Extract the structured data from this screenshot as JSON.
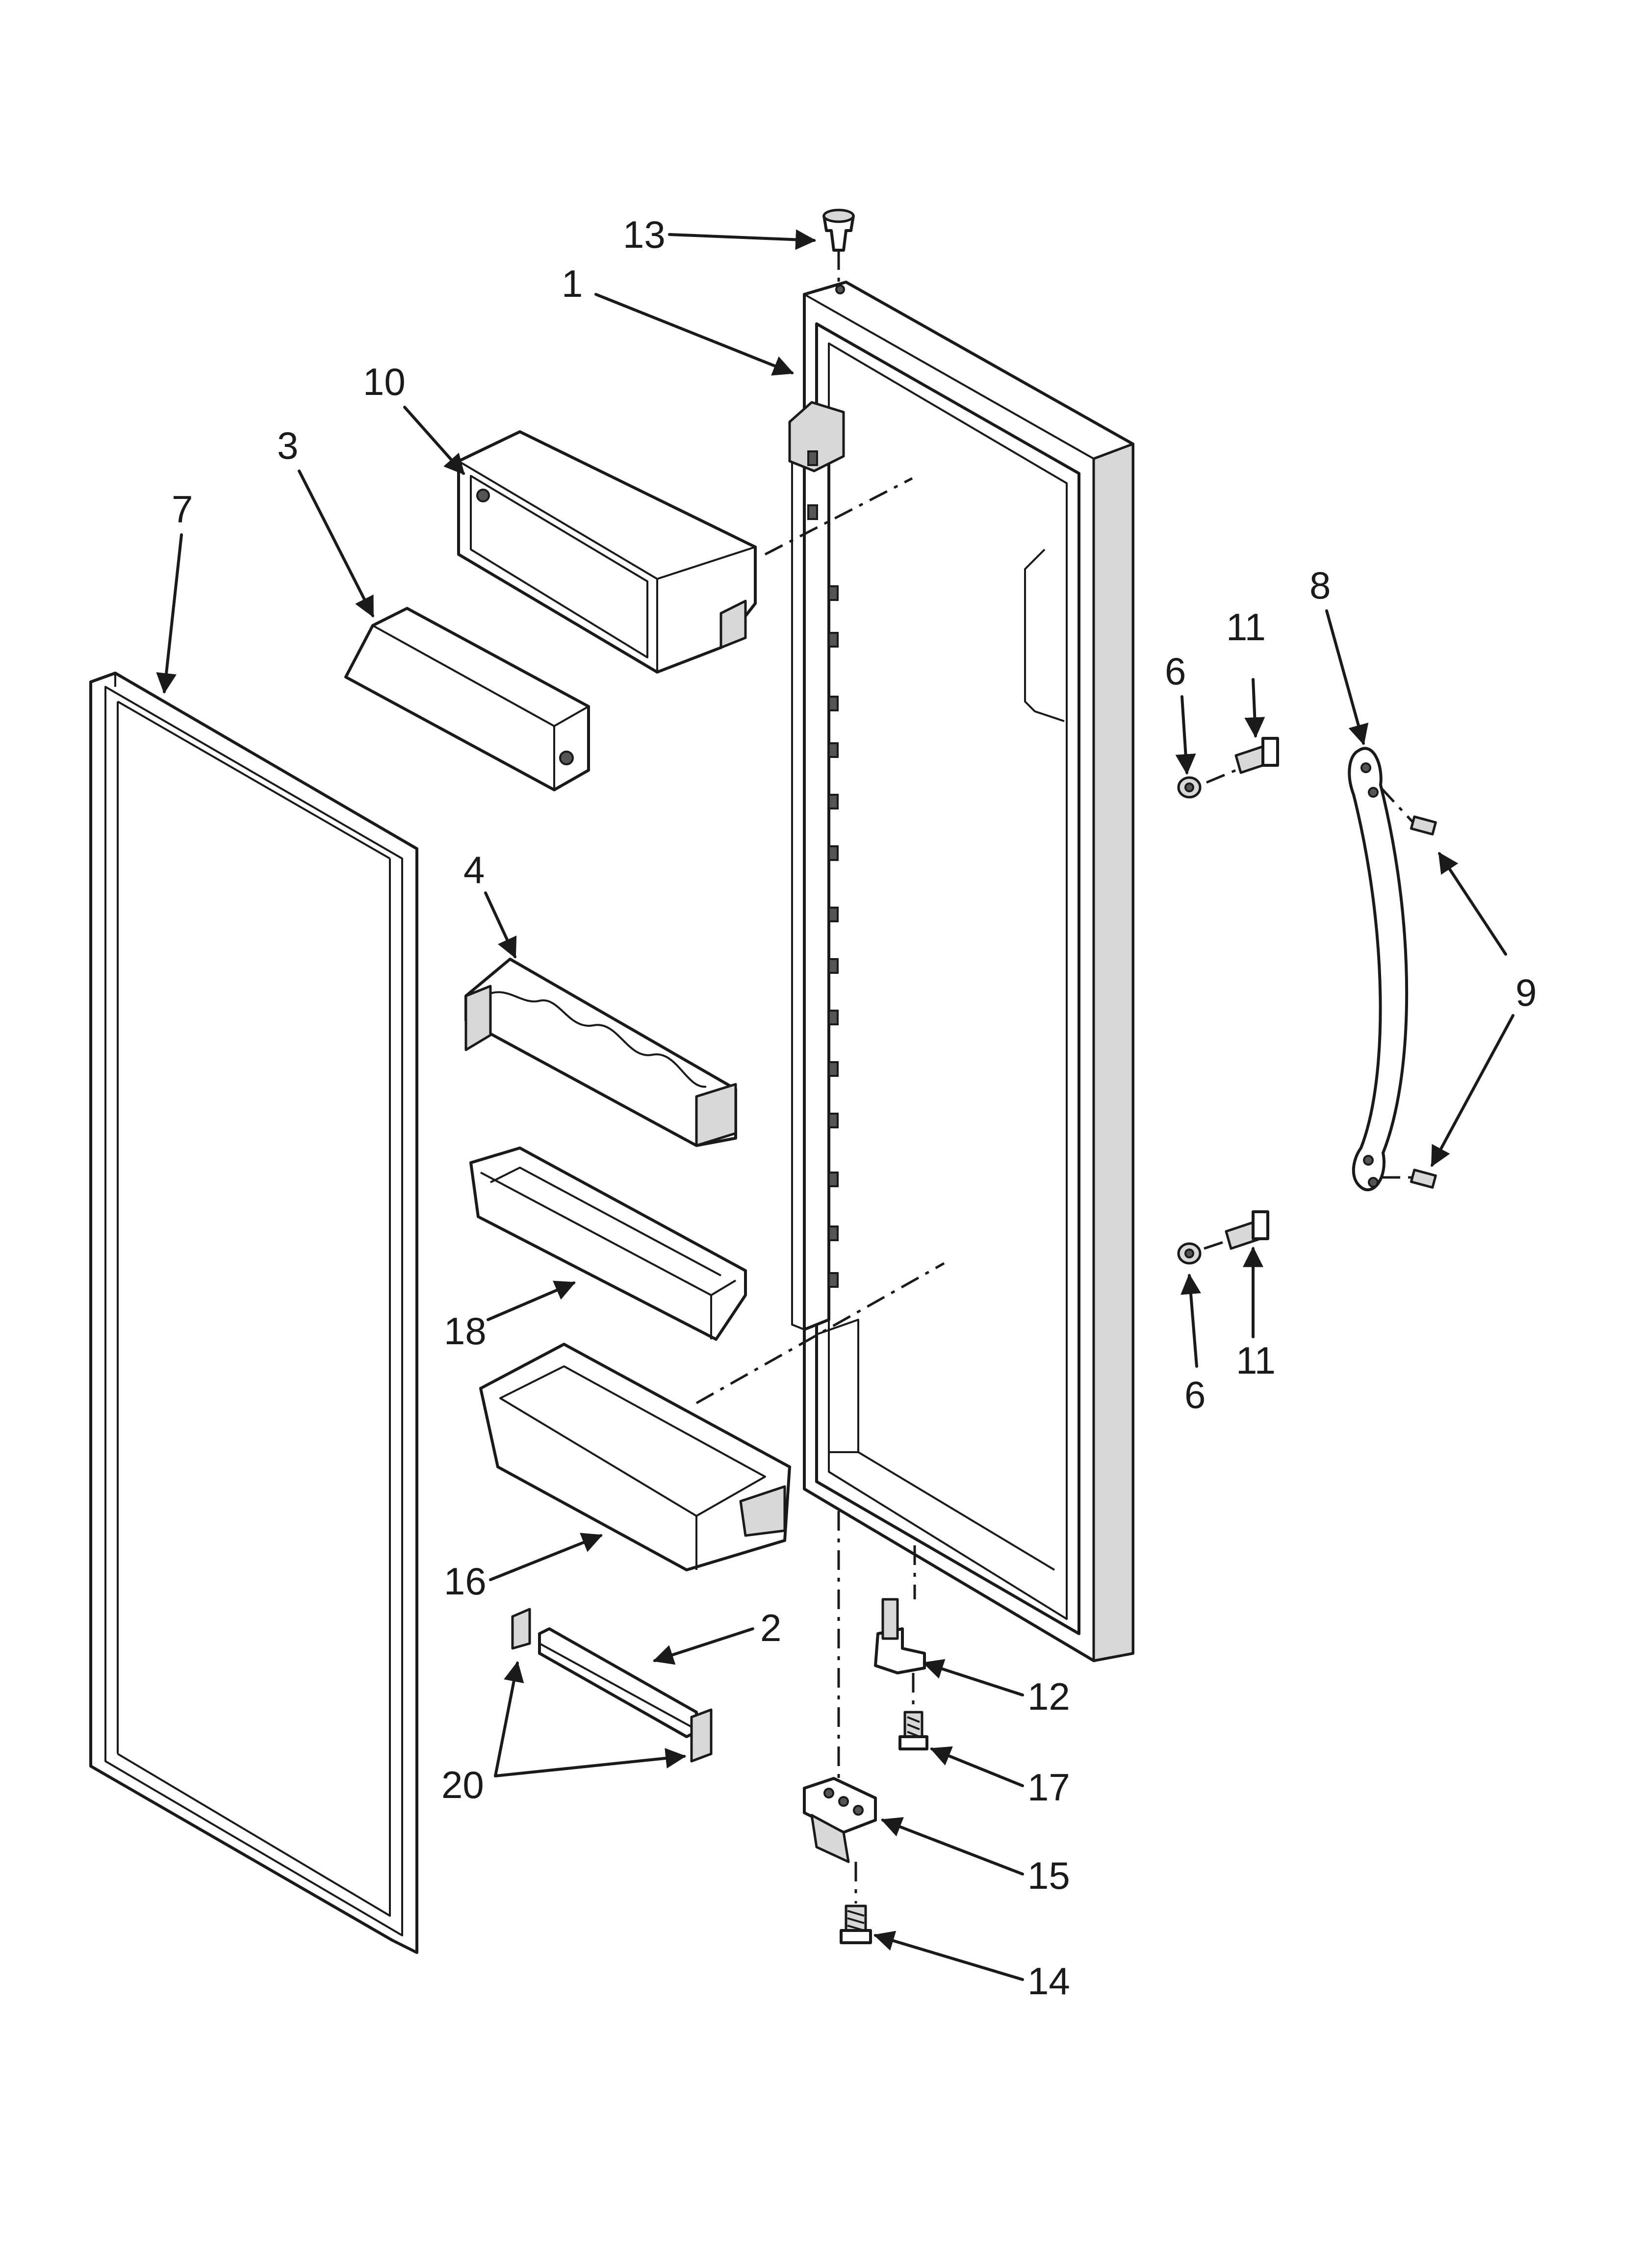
{
  "diagram": {
    "type": "exploded parts diagram",
    "callouts": [
      {
        "key": "c13",
        "text": "13"
      },
      {
        "key": "c1",
        "text": "1"
      },
      {
        "key": "c10",
        "text": "10"
      },
      {
        "key": "c3",
        "text": "3"
      },
      {
        "key": "c7",
        "text": "7"
      },
      {
        "key": "c8",
        "text": "8"
      },
      {
        "key": "c11a",
        "text": "11"
      },
      {
        "key": "c6a",
        "text": "6"
      },
      {
        "key": "c4",
        "text": "4"
      },
      {
        "key": "c9",
        "text": "9"
      },
      {
        "key": "c18",
        "text": "18"
      },
      {
        "key": "c11b",
        "text": "11"
      },
      {
        "key": "c6b",
        "text": "6"
      },
      {
        "key": "c16",
        "text": "16"
      },
      {
        "key": "c2",
        "text": "2"
      },
      {
        "key": "c12",
        "text": "12"
      },
      {
        "key": "c20",
        "text": "20"
      },
      {
        "key": "c17",
        "text": "17"
      },
      {
        "key": "c15",
        "text": "15"
      },
      {
        "key": "c14",
        "text": "14"
      }
    ]
  }
}
